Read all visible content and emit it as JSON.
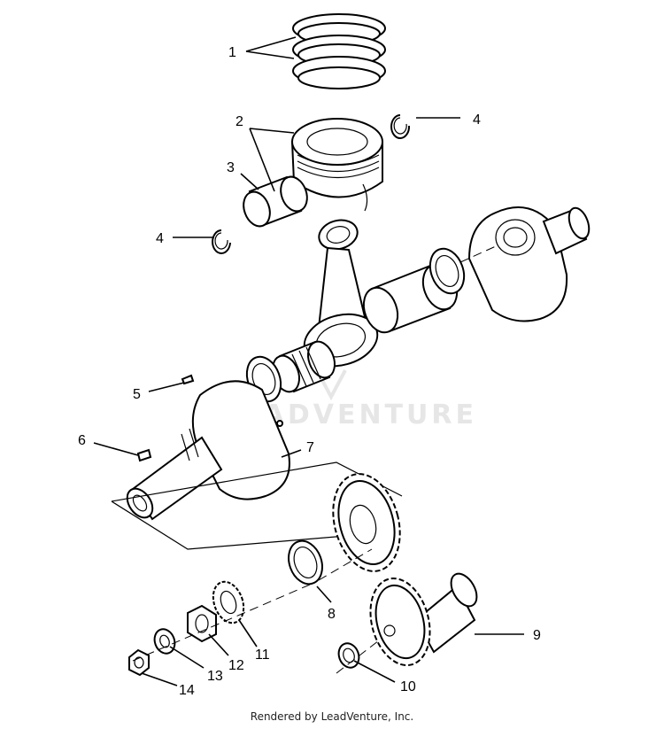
{
  "diagram": {
    "callouts": [
      "1",
      "2",
      "3",
      "4",
      "4",
      "5",
      "6",
      "7",
      "8",
      "9",
      "10",
      "11",
      "12",
      "13",
      "14"
    ],
    "watermark": "LEADVENTURE"
  },
  "footer": {
    "text": "Rendered by LeadVenture, Inc."
  }
}
